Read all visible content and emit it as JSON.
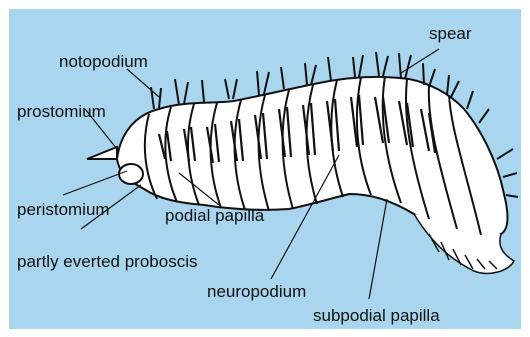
{
  "labels": {
    "notopodium": "notopodium",
    "prostomium": "prostomium",
    "peristomium": "peristomium",
    "podial_papilla": "podial papilla",
    "partly_everted_proboscis": "partly everted proboscis",
    "spear": "spear",
    "neuropodium": "neuropodium",
    "subpodial_papilla": "subpodial papilla"
  },
  "colors": {
    "background": "#a9d6ee",
    "outline": "#111111",
    "body": "#ffffff"
  }
}
